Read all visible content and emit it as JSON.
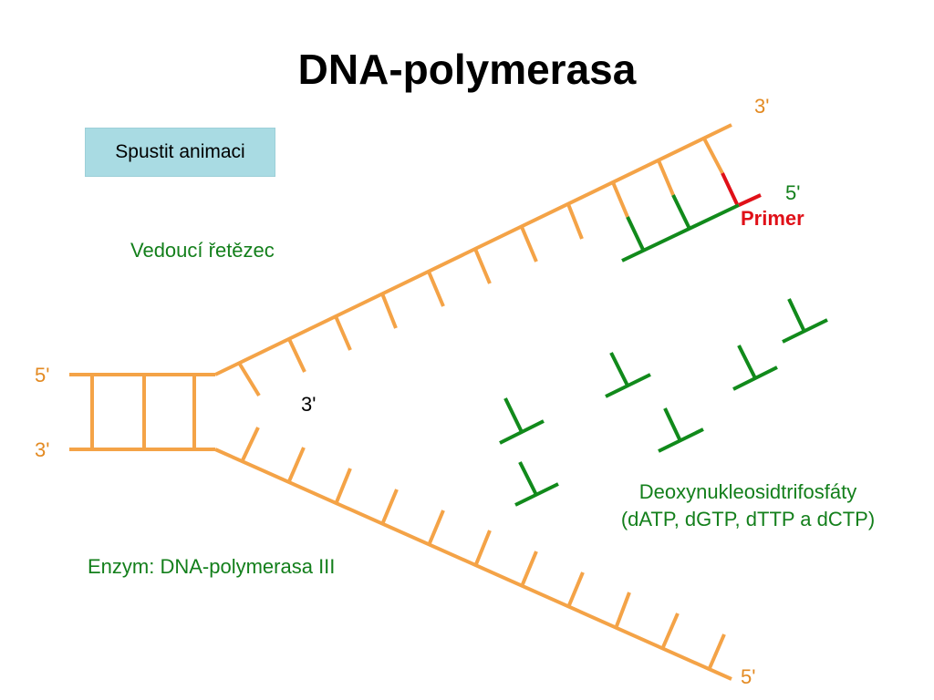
{
  "title": "DNA-polymerasa",
  "button": {
    "label": "Spustit animaci"
  },
  "labels": {
    "top_strand_3": "3'",
    "primer_5": "5'",
    "primer": "Primer",
    "leading_strand": "Vedoucí řetězec",
    "left_5": "5'",
    "left_3": "3'",
    "fork_3": "3'",
    "dntp_line1": "Deoxynukleosidtrifosfáty",
    "dntp_line2": "(dATP, dGTP, dTTP a dCTP)",
    "enzyme": "Enzym: DNA-polymerasa III",
    "bottom_5": "5'"
  },
  "colors": {
    "template_strand": "#f4a347",
    "new_strand": "#118a1b",
    "primer": "#e01018",
    "label_orange": "#e38a22",
    "label_green": "#137f1b",
    "button_bg": "#a9dbe3"
  }
}
